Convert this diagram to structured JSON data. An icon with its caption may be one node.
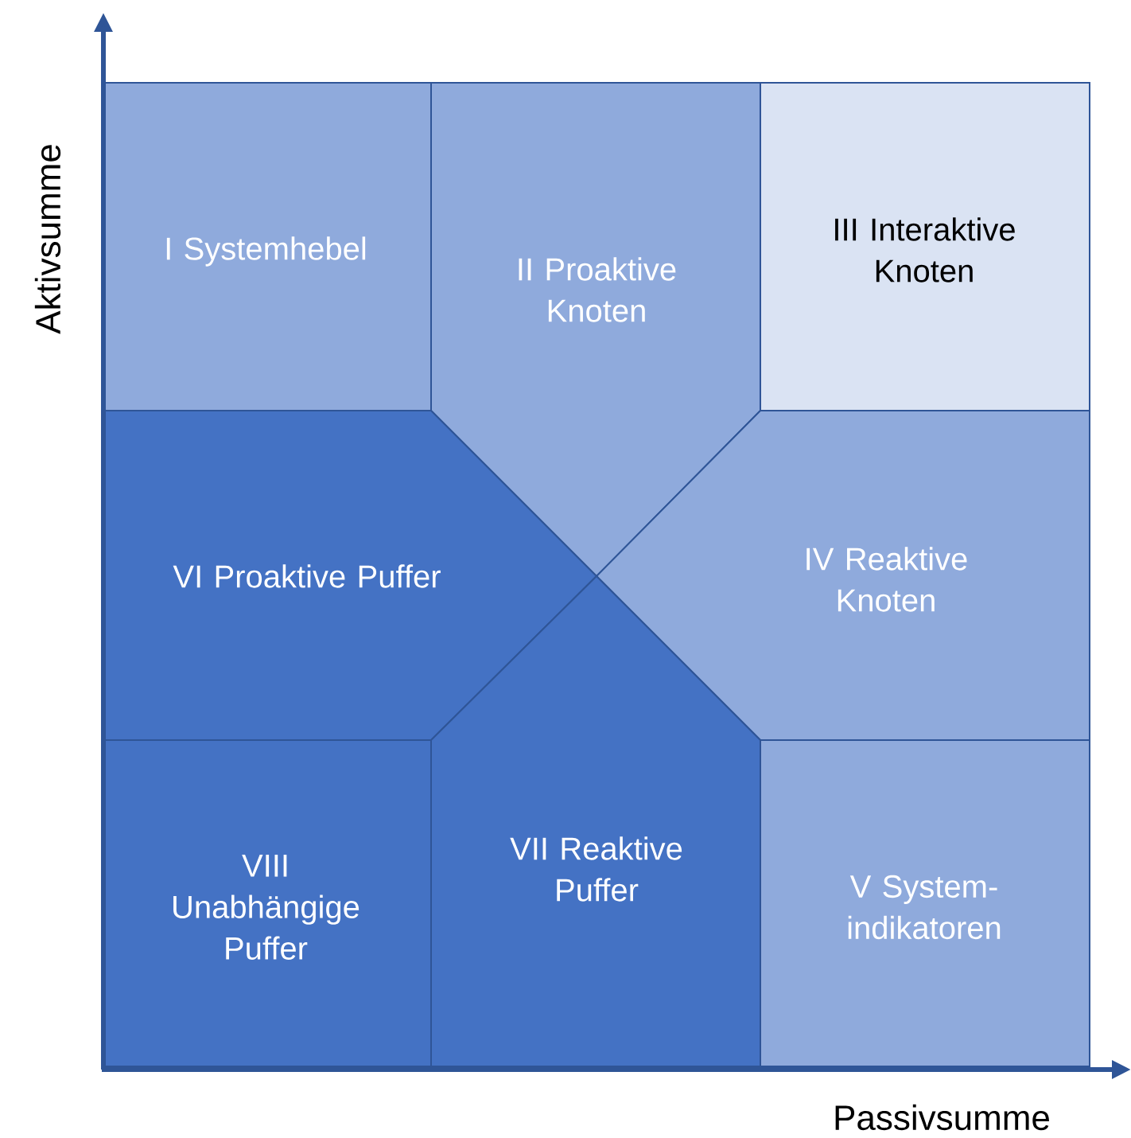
{
  "diagram": {
    "nodes": [
      {
        "text": [
          "I Systemhebel"
        ]
      },
      {
        "text": [
          "II Proaktive Knoten"
        ]
      },
      {
        "text": [
          "III Interaktive Knoten"
        ]
      },
      {
        "text": [
          "IV Reaktive Knoten"
        ]
      },
      {
        "text": [
          "V System-indikatoren"
        ]
      },
      {
        "text": [
          "VI Proaktive Puffer"
        ]
      },
      {
        "text": [
          "VII Reaktive Puffer"
        ]
      },
      {
        "text": [
          "VIII Unabhängige Puffer"
        ]
      }
    ],
    "edges": [],
    "labels": [
      "Aktivsumme",
      "Passivsumme"
    ]
  }
}
